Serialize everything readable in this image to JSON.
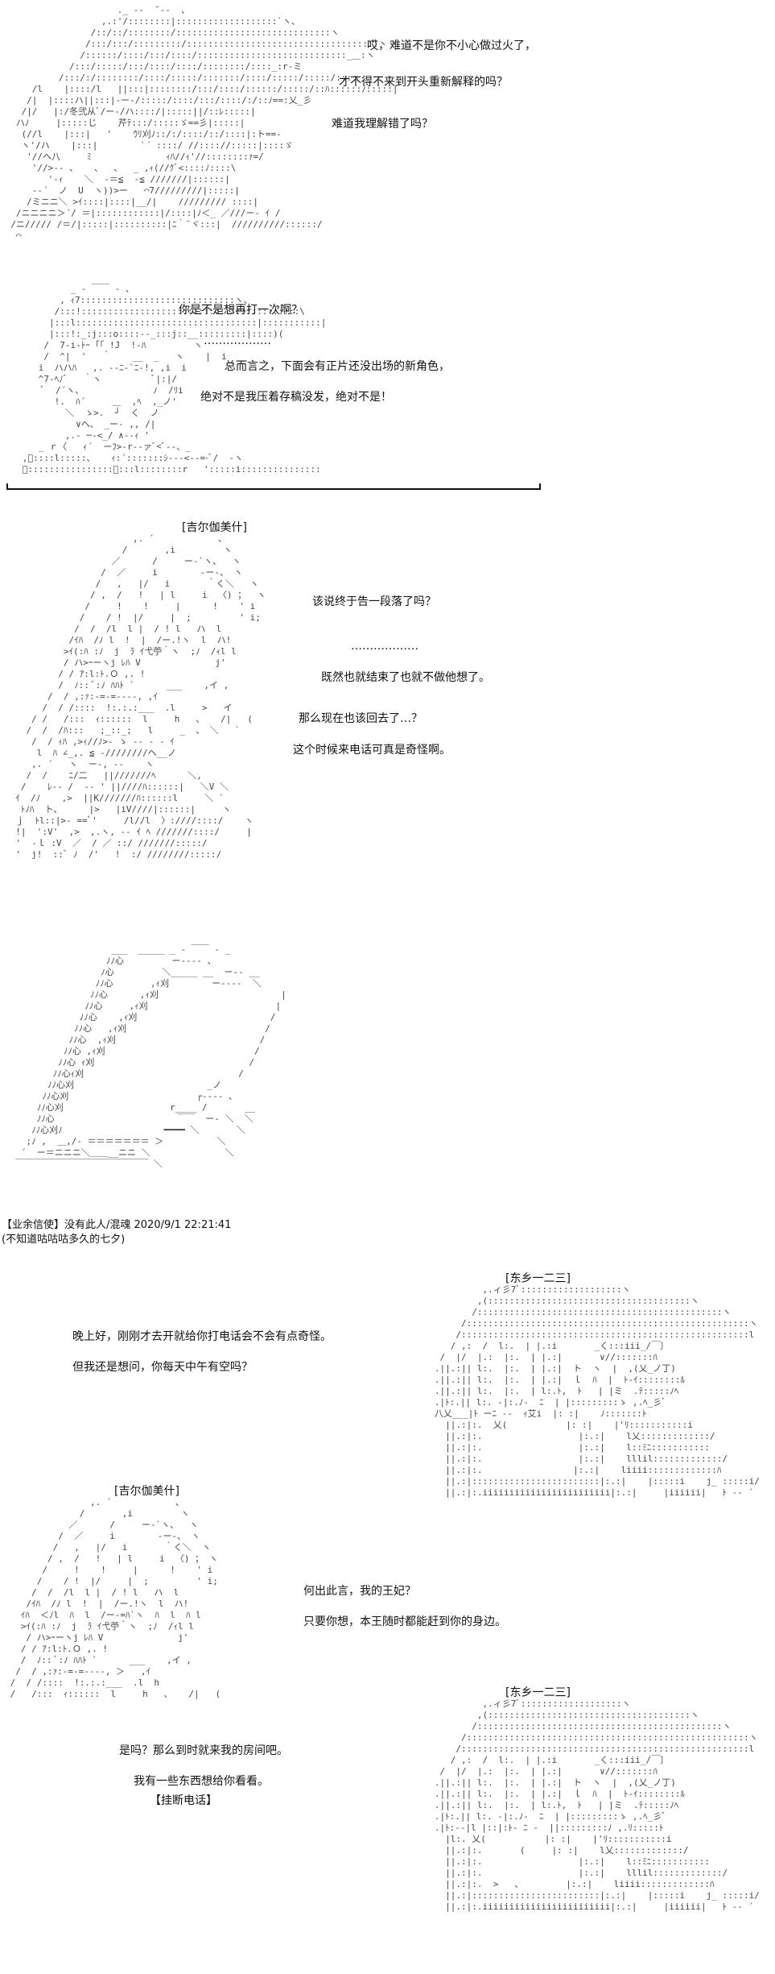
{
  "panel1": {
    "lines": [
      "哎，难道不是你不小心做过火了，",
      "才不得不来到开头重新解释的吗？",
      "难道我理解错了吗？"
    ]
  },
  "panel2": {
    "lines": [
      "你是不是想再打一次啊？",
      "………………",
      "总而言之，下面会有正片还没出场的新角色，",
      "绝对不是我压着存稿没发，绝对不是！"
    ]
  },
  "panel3": {
    "name": "[吉尔伽美什]",
    "lines": [
      "该说终于告一段落了吗？",
      "………………",
      "既然也就结束了也就不做他想了。",
      "那么现在也该回去了…？",
      "这个时候来电话可真是奇怪啊。"
    ]
  },
  "panel4": {
    "meta": [
      "【业余信使】没有此人/混魂 2020/9/1 22:21:41",
      "(不知道咕咕咕多久的七夕)"
    ]
  },
  "panel5": {
    "name": "[东乡一二三]",
    "lines": [
      "晚上好，刚刚才去开就给你打电话会不会有点奇怪。",
      "但我还是想问，你每天中午有空吗？"
    ]
  },
  "panel6": {
    "name": "[吉尔伽美什]",
    "lines": [
      "何出此言，我的王妃？",
      "只要你想，本王随时都能赶到你的身边。"
    ]
  },
  "panel7": {
    "name": "[东乡一二三]",
    "lines": [
      "是吗？那么到时就来我的房间吧。",
      "我有一些东西想给你看看。",
      "【挂断电话】"
    ]
  }
}
